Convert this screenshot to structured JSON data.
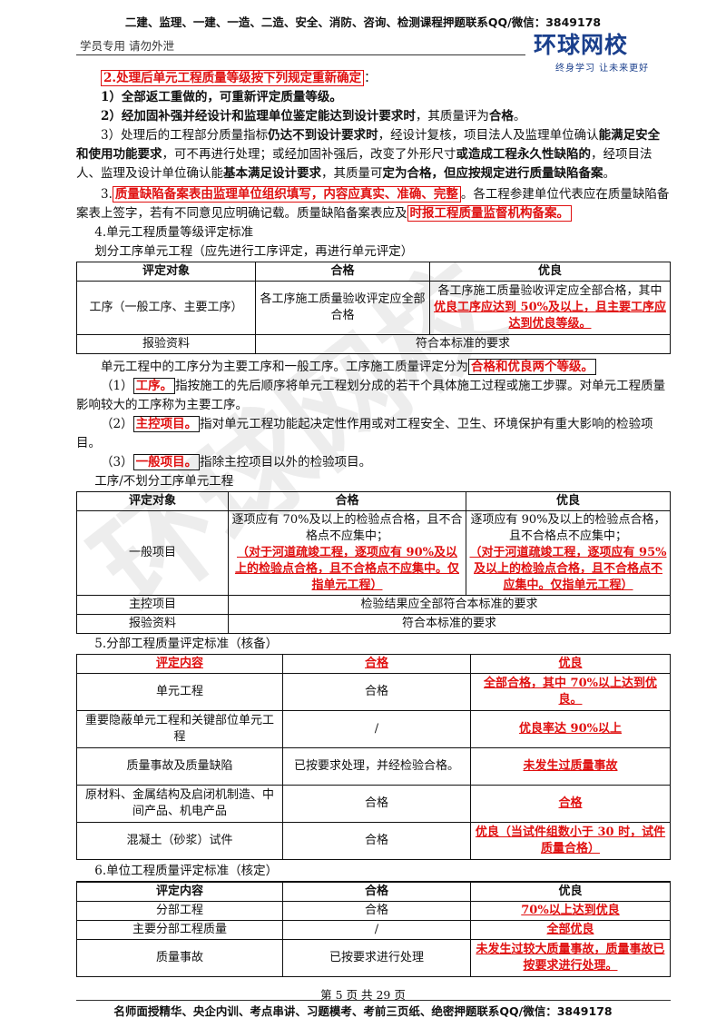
{
  "header": {
    "top_banner": "二建、监理、一建、一造、二造、安全、消防、咨询、检测课程押题联系QQ/微信：3849178",
    "left_note": "学员专用 请勿外泄",
    "logo_main": "环球网校",
    "logo_sub": "终身学习 让未来更好"
  },
  "section2": {
    "title": "2.处理后单元工程质量等级按下列规定重新确定",
    "colon": "：",
    "item1": "1）全部返工重做的，可重新评定质量等级。",
    "item2_bold": "2）经加固补强并经设计和监理单位鉴定能达到设计要求时",
    "item2_rest": "，其质量评为",
    "item2_end": "合格",
    "item2_period": "。",
    "item3_a": "3）处理后的工程部分质量指标",
    "item3_b": "仍达不到设计要求时",
    "item3_c": "，经设计复核，项目法人及监理单位确认",
    "item3_d": "能满足安全和使用功能要求",
    "item3_e": "，可不再进行处理；或经加固补强后，改变了外形尺寸",
    "item3_f": "或造成工程永久性缺陷的",
    "item3_g": "，经项目法人、监理及设计单位确认能",
    "item3_h": "基本满足设计要求",
    "item3_i": "，其质量可",
    "item3_j": "定为合格，但应按规定进行质量缺陷备案",
    "item3_k": "。"
  },
  "section3": {
    "num": "3.",
    "box1": "质量缺陷备案表由监理单位组织填写，内容应真实、准确、完整",
    "mid": "。各工程参建单位代表应在质量缺陷备案表上签字，若有不同意见应明确记载。质量缺陷备案表应及",
    "box2": "时报工程质量监督机构备案。"
  },
  "section4": {
    "title": "4.单元工程质量等级评定标准",
    "subtitle": "划分工序单元工程（应先进行工序评定，再进行单元评定）"
  },
  "table1": {
    "headers": [
      "评定对象",
      "合格",
      "优良"
    ],
    "row1": {
      "c1": "工序（一般工序、主要工序）",
      "c2": "各工序施工质量验收评定应全部合格",
      "c3_plain": "各工序施工质量验收评定应全部合格，其中",
      "c3_red": "优良工序应达到 50%及以上，且主要工序应达到优良等级。"
    },
    "row2": {
      "c1": "报验资料",
      "c2": "符合本标准的要求"
    }
  },
  "process": {
    "intro_a": "单元工程中的工序分为主要工序和一般工序。工序施工质量评定分为",
    "intro_box": "合格和优良两个等级。",
    "p1_num": "（1）",
    "p1_box": "工序。",
    "p1_text": "指按施工的先后顺序将单元工程划分成的若干个具体施工过程或施工步骤。对单元工程质量影响较大的工序称为主要工序。",
    "p2_num": "（2）",
    "p2_box": "主控项目。",
    "p2_text": "指对单元工程功能起决定性作用或对工程安全、卫生、环境保护有重大影响的检验项目。",
    "p3_num": "（3）",
    "p3_box": "一般项目。",
    "p3_text": "指除主控项目以外的检验项目。",
    "subtitle2": "工序/不划分工序单元工程"
  },
  "table2": {
    "headers": [
      "评定对象",
      "合格",
      "优良"
    ],
    "row1": {
      "c1": "一般项目",
      "c2_plain": "逐项应有 70%及以上的检验点合格，且不合格点不应集中；",
      "c2_red": "（对于河道疏竣工程，逐项应有 90%及以上的检验点合格，且不合格点不应集中。仅指单元工程）",
      "c3_plain": "逐项应有 90%及以上的检验点合格，且不合格点不应集中；",
      "c3_red": "（对于河道疏竣工程，逐项应有 95%及以上的检验点合格，且不合格点不应集中。仅指单元工程）"
    },
    "row2": {
      "c1": "主控项目",
      "c2": "检验结果应全部符合本标准的要求"
    },
    "row3": {
      "c1": "报验资料",
      "c2": "符合本标准的要求"
    }
  },
  "section5": {
    "title": "5.分部工程质量评定标准（核备）",
    "headers": [
      "评定内容",
      "合格",
      "优良"
    ],
    "rows": [
      {
        "c1": "单元工程",
        "c2": "合格",
        "c3": "全部合格，其中 70%以上达到优良。"
      },
      {
        "c1": "重要隐蔽单元工程和关键部位单元工程",
        "c2": "/",
        "c3": "优良率达 90%以上"
      },
      {
        "c1": "质量事故及质量缺陷",
        "c2": "已按要求处理，并经检验合格。",
        "c3": "未发生过质量事故"
      },
      {
        "c1": "原材料、金属结构及启闭机制造、中间产品、机电产品",
        "c2": "合格",
        "c3": "合格"
      },
      {
        "c1": "混凝土（砂浆）试件",
        "c2": "合格",
        "c3": "优良（当试件组数小于 30 时，试件质量合格）"
      }
    ]
  },
  "section6": {
    "title": "6.单位工程质量评定标准（核定）",
    "headers": [
      "评定内容",
      "合格",
      "优良"
    ],
    "rows": [
      {
        "c1": "分部工程",
        "c2": "合格",
        "c3": "70%以上达到优良"
      },
      {
        "c1": "主要分部工程质量",
        "c2": "/",
        "c3": "全部优良"
      },
      {
        "c1": "质量事故",
        "c2": "已按要求进行处理",
        "c3": "未发生过较大质量事故，质量事故已按要求进行处理。"
      }
    ]
  },
  "footer": {
    "page": "第 5 页 共 29 页",
    "text": "名师面授精华、央企内训、考点串讲、习题模考、考前三页纸、绝密押题联系QQ/微信：3849178"
  },
  "watermark": "环球网校"
}
